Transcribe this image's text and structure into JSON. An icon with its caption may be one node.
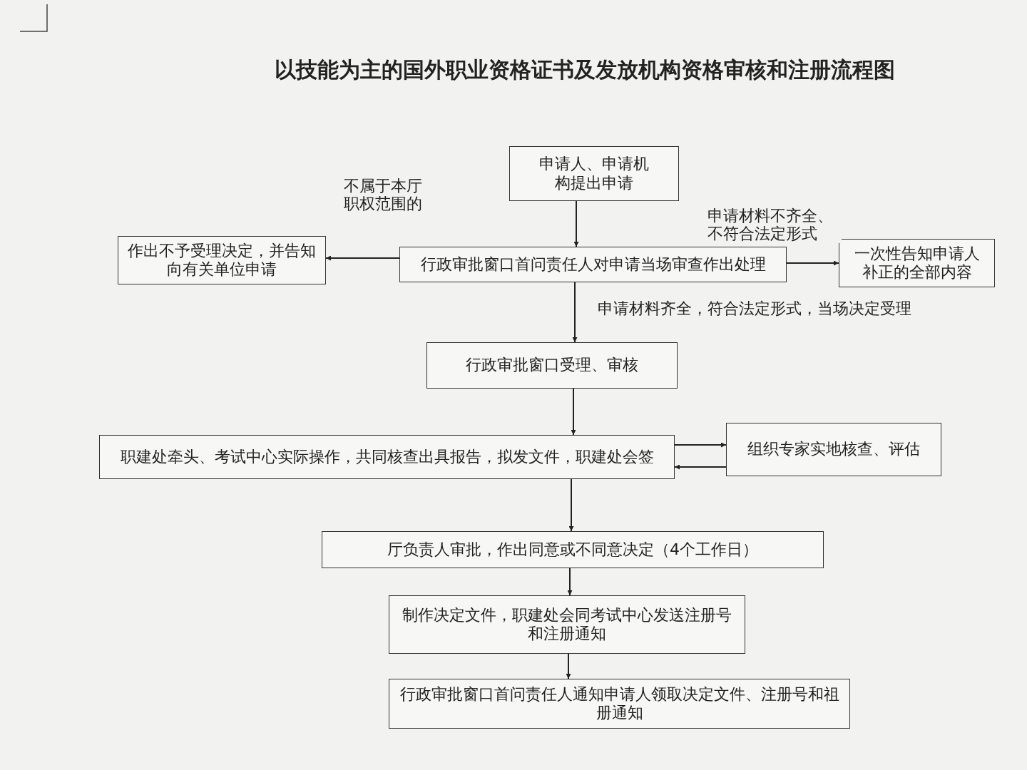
{
  "diagram": {
    "title": "以技能为主的国外职业资格证书及发放机构资格审核和注册流程图",
    "nodes": [
      {
        "text": [
          "申请人、申请机构提出申请"
        ]
      },
      {
        "text": [
          "行政审批窗口首问责任人对申请当场审查作出处理"
        ]
      },
      {
        "text": [
          "作出不予受理决定，并告知向有关单位申请"
        ]
      },
      {
        "text": [
          "一次性告知申请人补正的全部内容"
        ]
      },
      {
        "text": [
          "行政审批窗口受理、审核"
        ]
      },
      {
        "text": [
          "职建处牵头、考试中心实际操作，共同核查出具报告，拟发文件，职建处会签"
        ]
      },
      {
        "text": [
          "组织专家实地核查、评估"
        ]
      },
      {
        "text": [
          "厅负责人审批，作出同意或不同意决定（4个工作日）"
        ]
      },
      {
        "text": [
          "制作决定文件，职建处会同考试中心发送注册号和注册通知"
        ]
      },
      {
        "text": [
          "行政审批窗口首问责任人通知申请人领取决定文件、注册号和祖册通知"
        ]
      }
    ],
    "edges": [
      {
        "from": 0,
        "to": 1,
        "arrow": "to"
      },
      {
        "from": 1,
        "to": 2,
        "arrow": "to",
        "label": "不属于本厅职权范围的"
      },
      {
        "from": 1,
        "to": 3,
        "arrow": "to",
        "label": "申请材料不齐全、不符合法定形式"
      },
      {
        "from": 1,
        "to": 4,
        "arrow": "to",
        "label": "申请材料齐全，符合法定形式，当场决定受理"
      },
      {
        "from": 4,
        "to": 5,
        "arrow": "to"
      },
      {
        "from": 5,
        "to": 6,
        "arrow": "to"
      },
      {
        "from": 6,
        "to": 5,
        "arrow": "to"
      },
      {
        "from": 5,
        "to": 7,
        "arrow": "to"
      },
      {
        "from": 7,
        "to": 8,
        "arrow": "to"
      },
      {
        "from": 8,
        "to": 9,
        "arrow": "to"
      }
    ]
  }
}
